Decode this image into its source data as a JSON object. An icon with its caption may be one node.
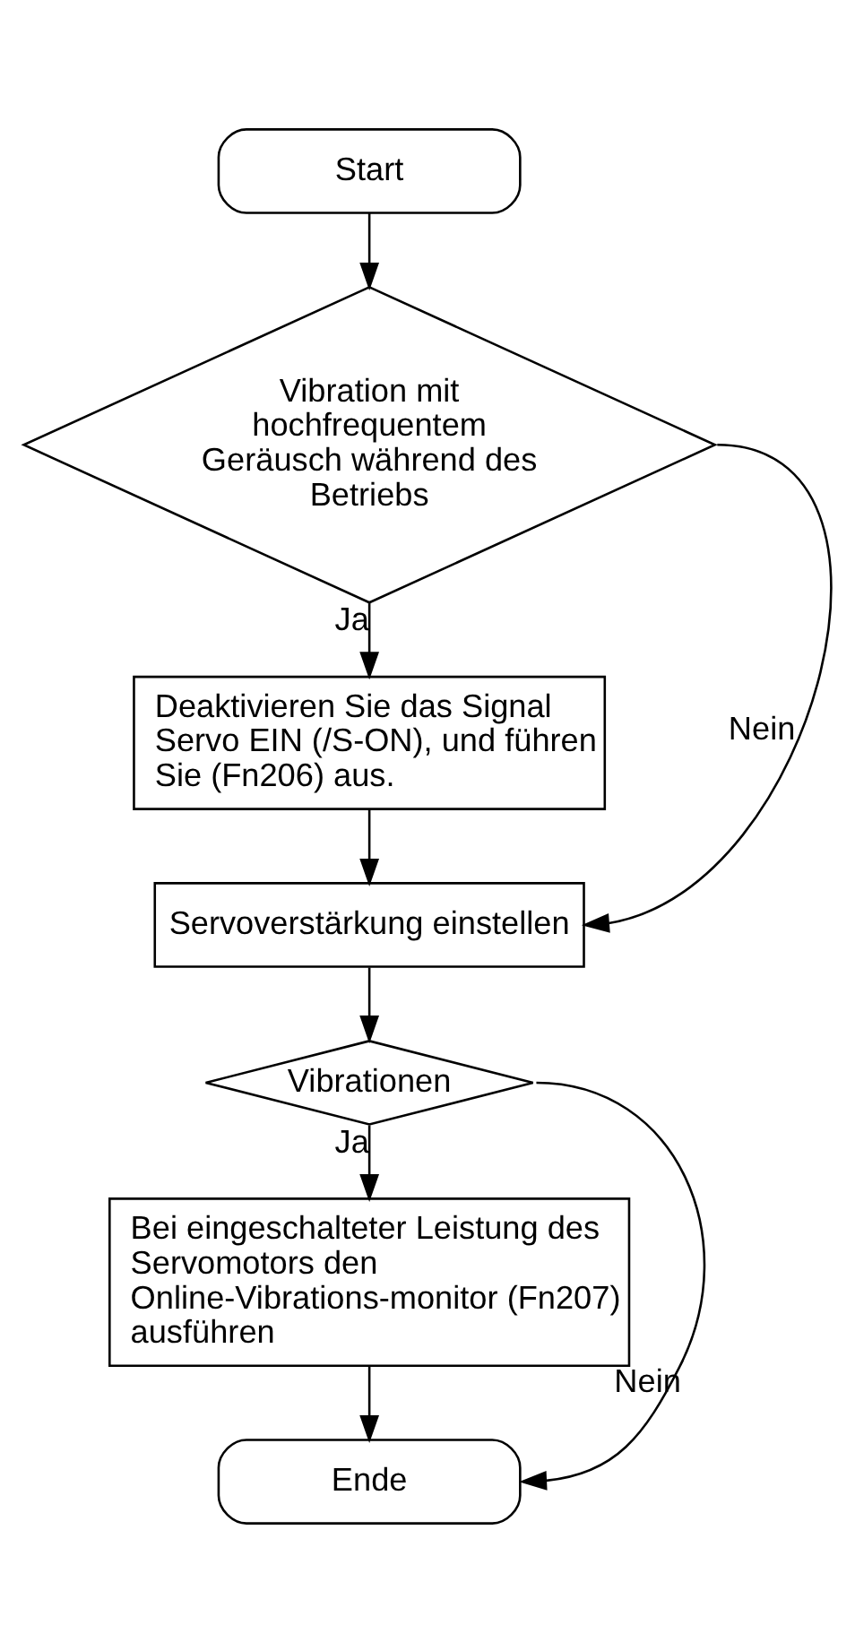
{
  "diagram": {
    "nodes": [
      {
        "text": [
          "Start"
        ]
      },
      {
        "text": [
          "Vibration mit hochfrequentem Geräusch während des Betriebs"
        ]
      },
      {
        "text": [
          "Deaktivieren Sie das Signal Servo EIN (/S-ON), und führen Sie (Fn206) aus."
        ]
      },
      {
        "text": [
          "Servoverstärkung einstellen"
        ]
      },
      {
        "text": [
          "Vibrationen"
        ]
      },
      {
        "text": [
          "Bei eingeschalteter Leistung des Servomotors den Online-Vibrations-monitor (Fn207) ausführen"
        ]
      },
      {
        "text": [
          "Ende"
        ]
      }
    ],
    "edges": [
      {
        "from": 0,
        "to": 1,
        "arrow": "to"
      },
      {
        "from": 1,
        "to": 2,
        "arrow": "to",
        "label": "Ja"
      },
      {
        "from": 1,
        "to": 3,
        "arrow": "to",
        "label": "Nein"
      },
      {
        "from": 2,
        "to": 3,
        "arrow": "to"
      },
      {
        "from": 3,
        "to": 4,
        "arrow": "to"
      },
      {
        "from": 4,
        "to": 5,
        "arrow": "to",
        "label": "Ja"
      },
      {
        "from": 4,
        "to": 6,
        "arrow": "to",
        "label": "Nein"
      },
      {
        "from": 5,
        "to": 6,
        "arrow": "to"
      }
    ]
  }
}
